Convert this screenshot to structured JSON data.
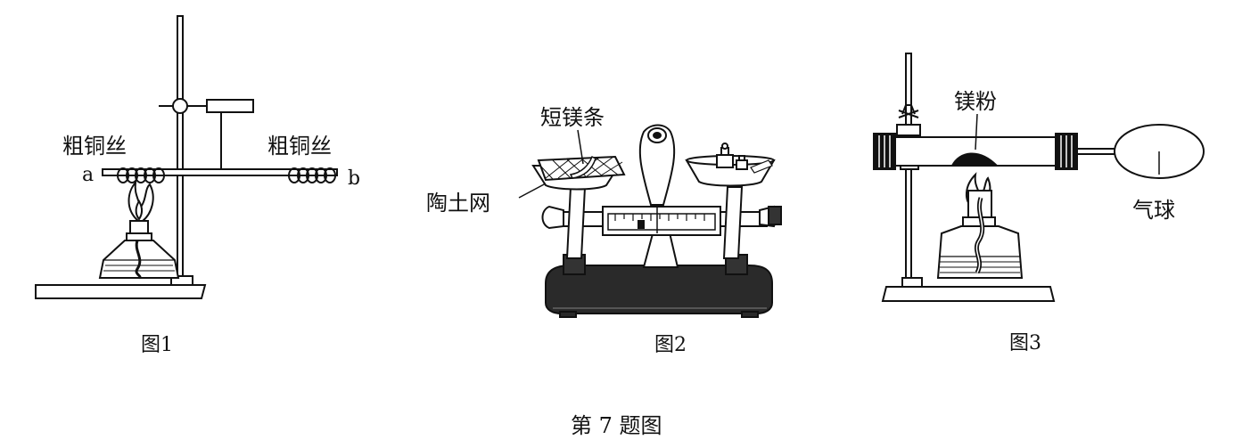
{
  "figure1": {
    "label_left": "粗铜丝",
    "label_right": "粗铜丝",
    "end_a": "a",
    "end_b": "b",
    "caption": "图1"
  },
  "figure2": {
    "label_strip": "短镁条",
    "label_gauze": "陶土网",
    "caption": "图2"
  },
  "figure3": {
    "label_powder": "镁粉",
    "label_balloon": "气球",
    "caption": "图3"
  },
  "main_caption": "第 7 题图"
}
